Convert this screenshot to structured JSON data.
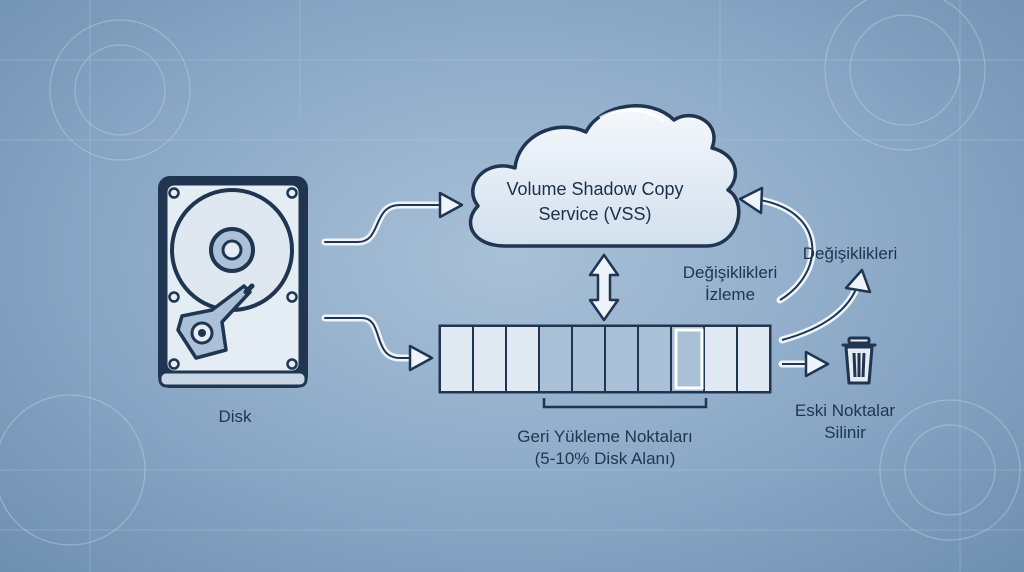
{
  "disk": {
    "label": "Disk"
  },
  "vss": {
    "line1": "Volume Shadow Copy",
    "line2": "Service (VSS)"
  },
  "restore_points": {
    "line1": "Geri Yükleme Noktaları",
    "line2": "(5-10% Disk Alanı)"
  },
  "monitoring": {
    "line1": "Değişiklikleri",
    "line2": "İzleme"
  },
  "changes": {
    "label": "Değişiklikleri"
  },
  "old_points": {
    "line1": "Eski Noktalar",
    "line2": "Silinir"
  },
  "colors": {
    "stroke": "#1f3550",
    "fill_light": "#e6eef6",
    "fill_mid": "#a9c0d6",
    "background": "#8aa8c6"
  }
}
